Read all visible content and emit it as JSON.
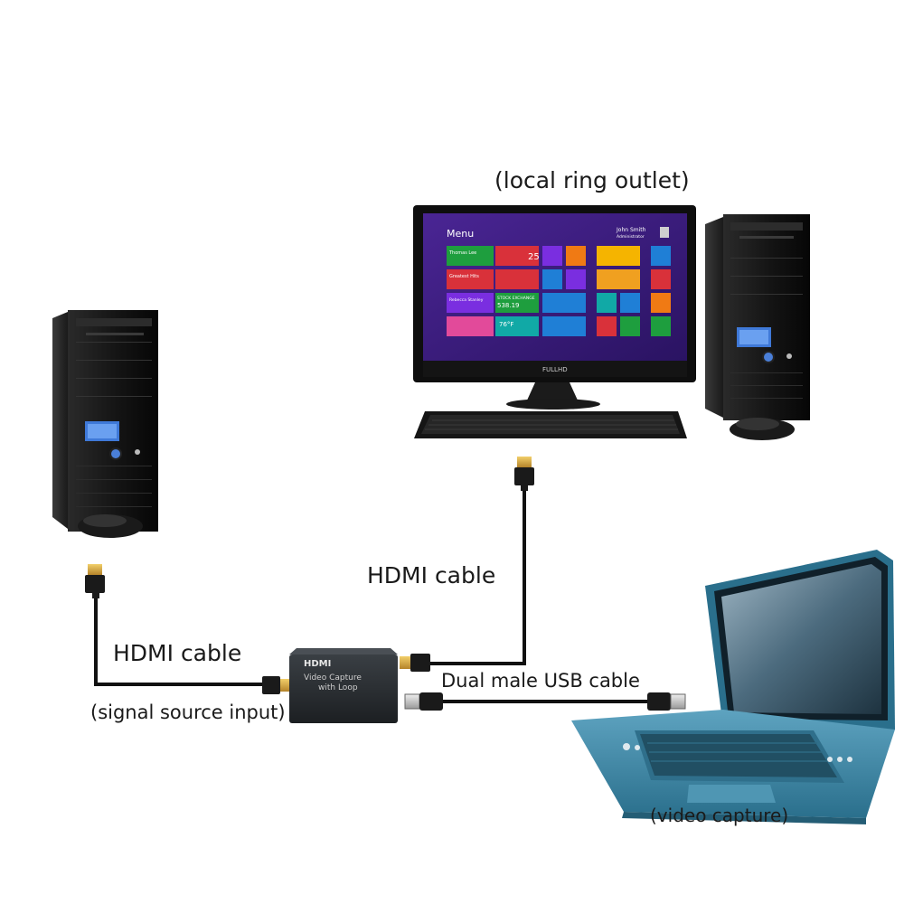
{
  "labels": {
    "local_ring_outlet": "(local ring outlet)",
    "hdmi_cable_top": "HDMI cable",
    "hdmi_cable_left": "HDMI cable",
    "signal_source_input": "(signal source input)",
    "dual_usb_cable": "Dual male USB cable",
    "video_capture": "(video capture)"
  },
  "monitor": {
    "menu_title": "Menu",
    "user_name": "John Smith",
    "user_role": "Administrator",
    "brand": "FULLHD",
    "tile_people": "Thomas Lee",
    "tile_date": "25",
    "tile_music": "Greatest Hits",
    "tile_news": "Rebecca Stanley",
    "tile_stock_title": "STOCK EXCHANGE",
    "tile_stock_value": "538.19",
    "tile_weather": "76°F"
  },
  "device": {
    "brand": "HDMI",
    "line1": "Video   Capture",
    "line2": "with Loop"
  },
  "colors": {
    "screen_bg": "#3a1d7a",
    "tile_green": "#1e9e3e",
    "tile_red": "#d9313a",
    "tile_purple": "#7a2ee0",
    "tile_orange": "#f07a14",
    "tile_blue": "#1f7fd6",
    "tile_teal": "#11a9a6",
    "cable": "#111111",
    "plug_gold": "#d7a83a",
    "laptop_blue": "#3d86a5"
  },
  "icons": [
    "computer-tower-icon",
    "mouse-icon",
    "monitor-icon",
    "keyboard-icon",
    "laptop-icon",
    "hdmi-plug-icon",
    "usb-plug-icon",
    "capture-device-icon"
  ]
}
